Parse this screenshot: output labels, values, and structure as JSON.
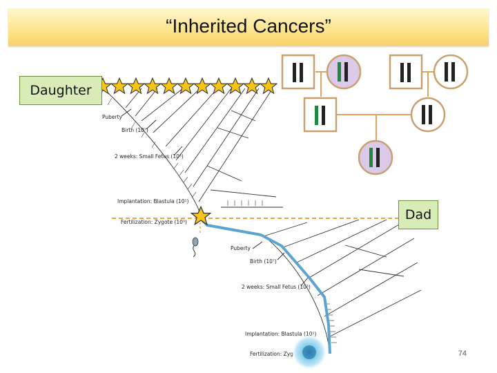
{
  "title": "“Inherited Cancers”",
  "labels": {
    "daughter": "Daughter",
    "dad": "Dad"
  },
  "daughter_tree": {
    "puberty": "Puberty",
    "birth": "Birth (10⁷)",
    "fetus": "2 weeks: Small Fetus (10³)",
    "implantation": "Implantation: Blastula (10¹)",
    "fertilization": "Fertilization: Zygote (10⁰)"
  },
  "dad_tree": {
    "puberty": "Puberty",
    "birth": "Birth (10⁷)",
    "fetus": "2 weeks: Small Fetus (10³)",
    "implantation": "Implantation: Blastula (10¹)",
    "fertilization": "Fertilization: Zyg"
  },
  "colors": {
    "accent_green": "#1f8a3e",
    "chromosome": "#222222",
    "highlight": "#dccbe8",
    "lineage": "#5ba3d0",
    "pedigree_line": "#e0a35a",
    "star": "#f5c518"
  },
  "page_number": "74"
}
